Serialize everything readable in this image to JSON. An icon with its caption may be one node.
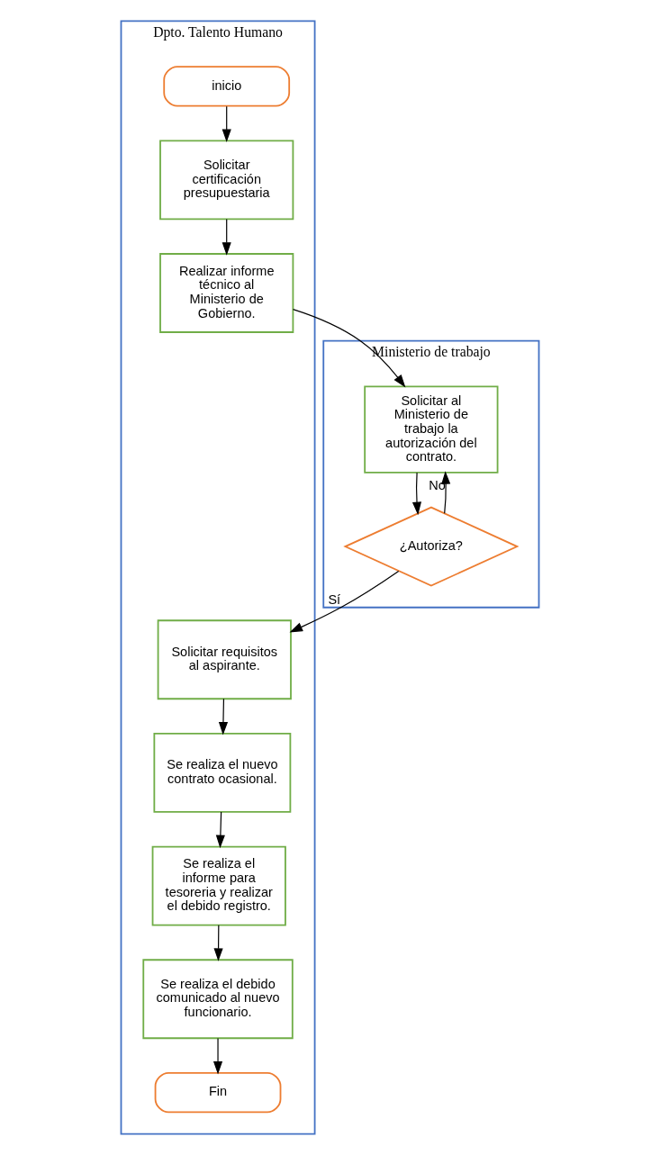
{
  "diagram": {
    "nodes": [
      {
        "text": [
          "Dpto. Talento Humano"
        ]
      },
      {
        "text": [
          "Ministerio de trabajo"
        ]
      },
      {
        "text": [
          "inicio"
        ],
        "in": 0
      },
      {
        "text": [
          "Solicitar certificación presupuestaria"
        ],
        "in": 0
      },
      {
        "text": [
          "Realizar informe técnico al Ministerio de Gobierno."
        ],
        "in": 0
      },
      {
        "text": [
          "Solicitar al Ministerio de trabajo la autorización del contrato."
        ],
        "in": 1
      },
      {
        "text": [
          "¿Autoriza?"
        ],
        "in": 1
      },
      {
        "text": [
          "Solicitar requisitos al aspirante."
        ],
        "in": 0
      },
      {
        "text": [
          "Se realiza el nuevo contrato ocasional."
        ],
        "in": 0
      },
      {
        "text": [
          "Se realiza el informe para tesoreria y realizar el debido registro."
        ],
        "in": 0
      },
      {
        "text": [
          "Se realiza el debido comunicado al nuevo funcionario."
        ],
        "in": 0
      },
      {
        "text": [
          "Fin"
        ],
        "in": 0
      }
    ],
    "edges": [
      {
        "from": 2,
        "to": 3,
        "arrow": "to"
      },
      {
        "from": 3,
        "to": 4,
        "arrow": "to"
      },
      {
        "from": 4,
        "to": 5,
        "arrow": "to"
      },
      {
        "from": 5,
        "to": 6,
        "arrow": "to"
      },
      {
        "from": 6,
        "to": 7,
        "arrow": "to",
        "label": "Sí"
      },
      {
        "from": 6,
        "to": 5,
        "arrow": "to",
        "label": "No"
      },
      {
        "from": 7,
        "to": 8,
        "arrow": "to"
      },
      {
        "from": 8,
        "to": 9,
        "arrow": "to"
      },
      {
        "from": 9,
        "to": 10,
        "arrow": "to"
      },
      {
        "from": 10,
        "to": 11,
        "arrow": "to"
      }
    ]
  }
}
